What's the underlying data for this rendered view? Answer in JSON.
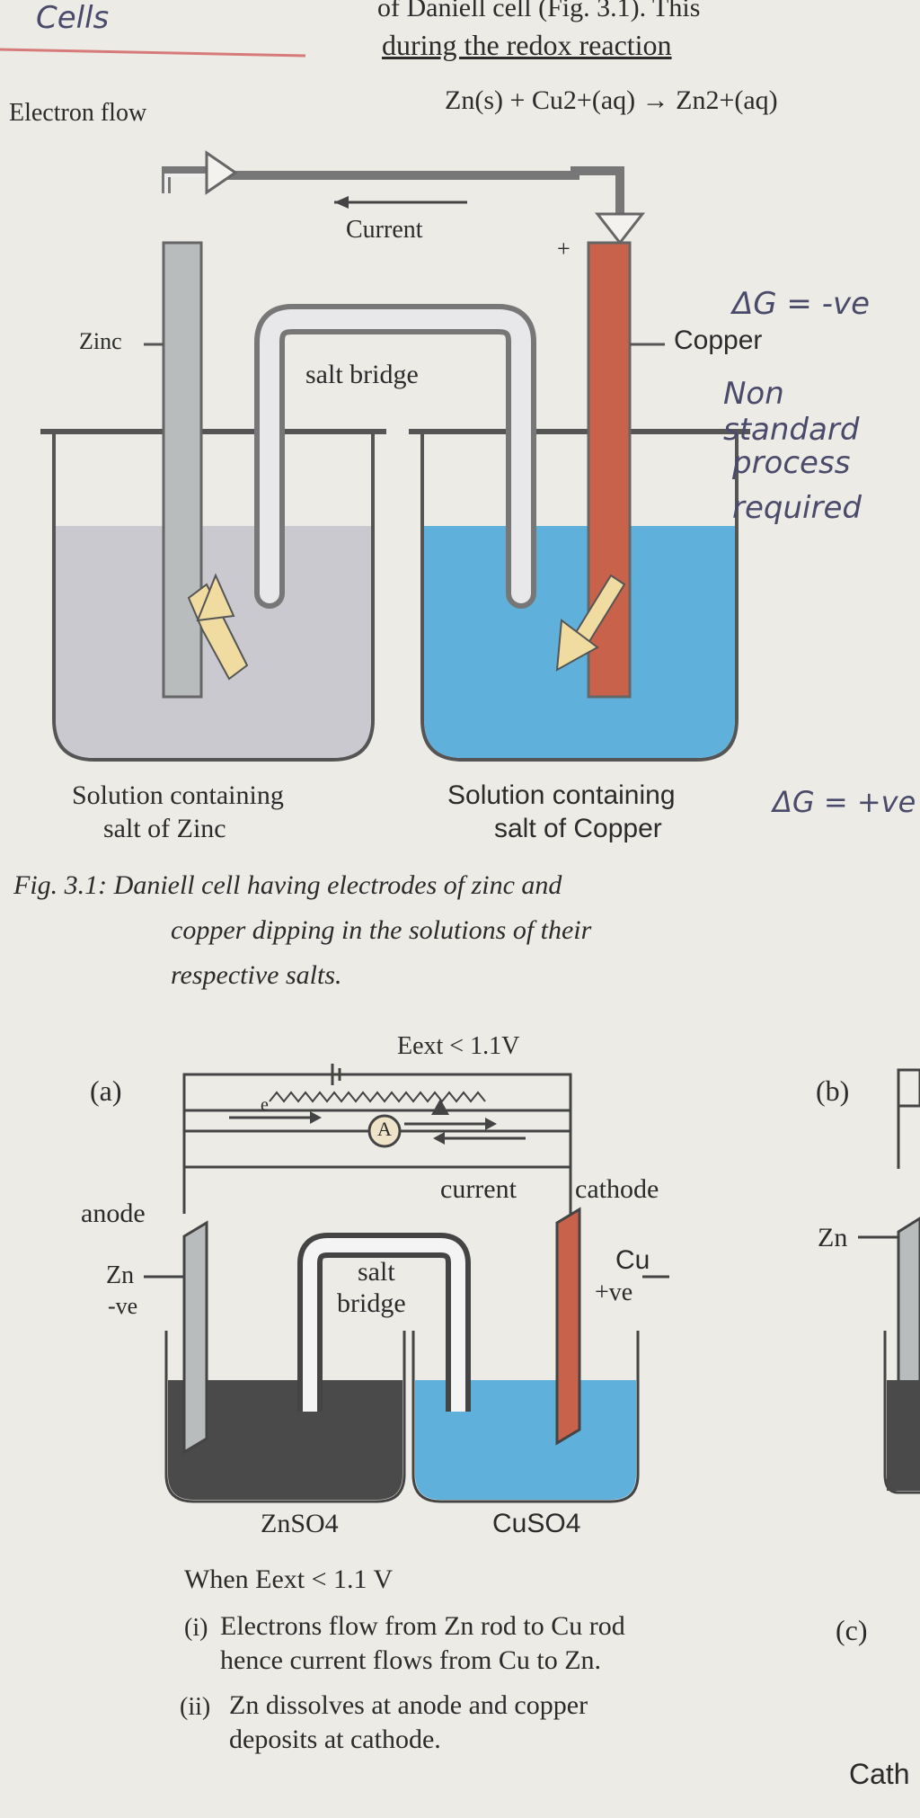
{
  "header": {
    "margin_note": "Cells",
    "top_line": "of Daniell cell (Fig. 3.1). This",
    "during_line": "during the redox reaction",
    "equation": "Zn(s) + Cu2+(aq) → Zn2+(aq)"
  },
  "fig1": {
    "electron_flow": "Electron flow",
    "current": "Current",
    "plus_sign": "+",
    "zinc": "Zinc",
    "copper": "Copper",
    "salt_bridge": "salt bridge",
    "left_solution_1": "Solution containing",
    "left_solution_2": "salt of Zinc",
    "right_solution_1": "Solution containing",
    "right_solution_2": "salt of Copper"
  },
  "handwritten": {
    "delta_neg": "ΔG = -ve",
    "note_line1": "Non standard",
    "note_line2": "process",
    "note_line3": "required",
    "delta_pos": "ΔG = +ve"
  },
  "caption": {
    "line1": "Fig. 3.1: Daniell cell having electrodes of zinc and",
    "line2": "copper dipping in the solutions of their",
    "line3": "respective salts."
  },
  "fig2": {
    "label_a": "(a)",
    "label_b": "(b)",
    "label_c": "(c)",
    "eext": "Eext < 1.1V",
    "electron": "e",
    "ammeter": "A",
    "current": "current",
    "cathode": "cathode",
    "anode": "anode",
    "zn": "Zn",
    "ve_neg": "-ve",
    "salt": "salt",
    "bridge": "bridge",
    "cu": "Cu",
    "ve_pos": "+ve",
    "znso4": "ZnSO4",
    "cuso4": "CuSO4",
    "zn_side": "Zn",
    "cath_side": "Cath"
  },
  "notes": {
    "when": "When Eext < 1.1 V",
    "item1_num": "(i)",
    "item1_line1": "Electrons flow from Zn rod to Cu rod",
    "item1_line2": "hence current flows from Cu to Zn.",
    "item2_num": "(ii)",
    "item2_line1": "Zn dissolves at anode and copper",
    "item2_line2": "deposits at cathode."
  },
  "colors": {
    "copper_rod": "#c9624a",
    "zinc_rod": "#b9bcbd",
    "blue_solution": "#5fb1dc",
    "grey_solution": "#c9c9cf",
    "dark_solution": "#4a4a4a",
    "arrow": "#f0dca0"
  }
}
